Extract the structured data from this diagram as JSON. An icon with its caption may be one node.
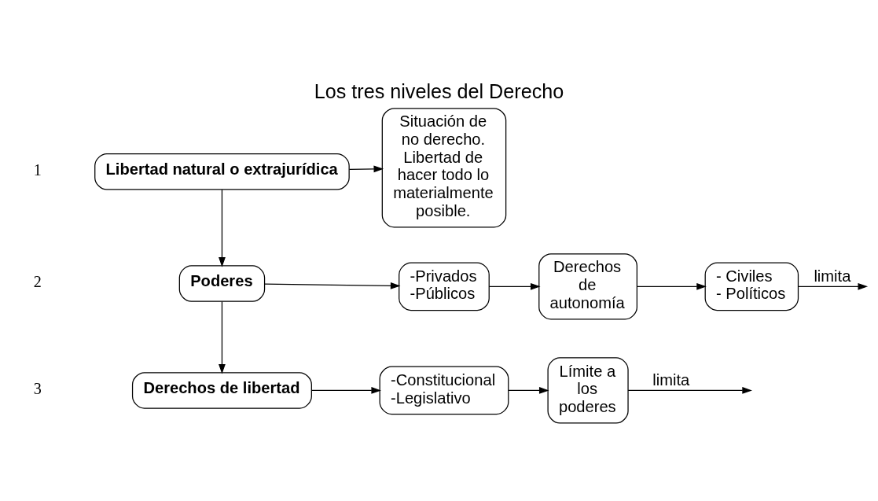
{
  "diagram": {
    "title": "Los tres niveles del Derecho",
    "nodes": [
      {
        "text": [
          "Derechos de libertad"
        ]
      },
      {
        "text": [
          "-Constitucional",
          "-Legislativo"
        ]
      },
      {
        "text": [
          "Límite a los poderes"
        ]
      },
      {
        "text": [
          "Poderes"
        ]
      },
      {
        "text": [
          "-Privados",
          "-Públicos"
        ]
      },
      {
        "text": [
          "Derechos de autonomía"
        ]
      },
      {
        "text": [
          "- Civiles",
          "- Políticos"
        ]
      },
      {
        "text": [
          "Libertad natural o extrajurídica"
        ]
      },
      {
        "text": [
          "Situación de no derecho. Libertad de hacer todo lo materialmente posible."
        ]
      }
    ],
    "edges": [
      {
        "from": 0,
        "to": 1,
        "arrow": "to"
      },
      {
        "from": 1,
        "to": 2,
        "arrow": "to"
      },
      {
        "from": 2,
        "to": null,
        "arrow": "to",
        "label": "limita"
      },
      {
        "from": 3,
        "to": 4,
        "arrow": "to"
      },
      {
        "from": 4,
        "to": 5,
        "arrow": "to"
      },
      {
        "from": 5,
        "to": 6,
        "arrow": "to"
      },
      {
        "from": 6,
        "to": null,
        "arrow": "to",
        "label": "limita"
      },
      {
        "from": 3,
        "to": 0,
        "arrow": "to"
      },
      {
        "from": 7,
        "to": 3,
        "arrow": "to"
      },
      {
        "from": 7,
        "to": 8,
        "arrow": "to"
      }
    ],
    "labels": [
      "3",
      "2",
      "1"
    ]
  }
}
